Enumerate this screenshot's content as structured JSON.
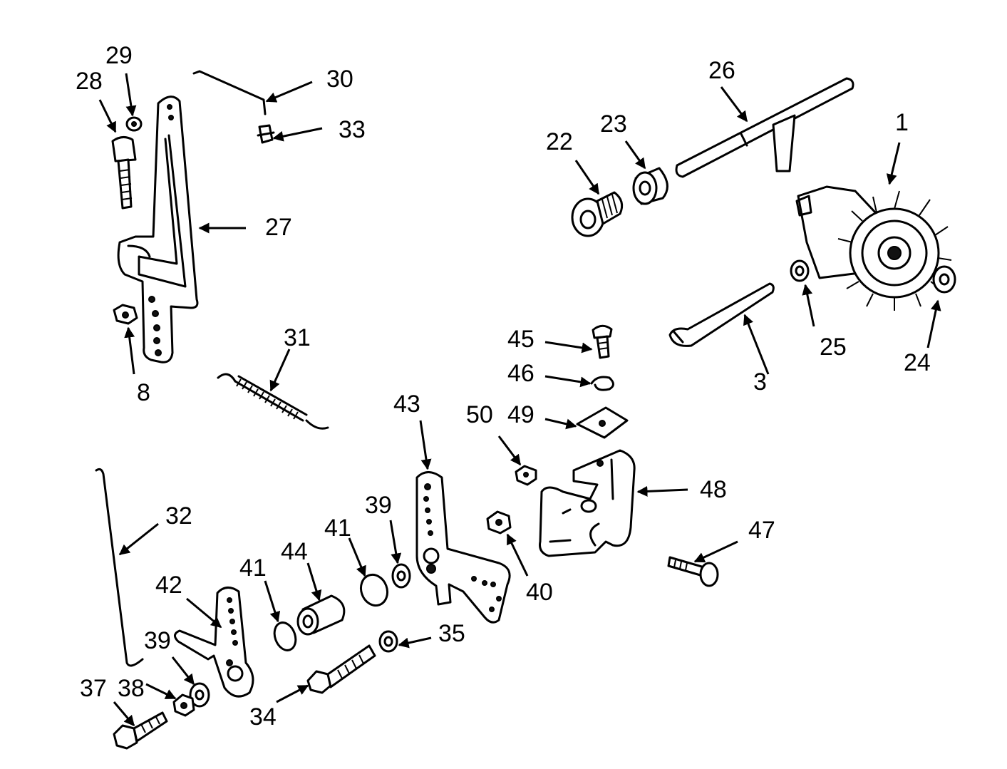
{
  "callouts": [
    {
      "n": "1"
    },
    {
      "n": "3"
    },
    {
      "n": "8"
    },
    {
      "n": "22"
    },
    {
      "n": "23"
    },
    {
      "n": "24"
    },
    {
      "n": "25"
    },
    {
      "n": "26"
    },
    {
      "n": "27"
    },
    {
      "n": "28"
    },
    {
      "n": "29"
    },
    {
      "n": "30"
    },
    {
      "n": "31"
    },
    {
      "n": "32"
    },
    {
      "n": "33"
    },
    {
      "n": "34"
    },
    {
      "n": "35"
    },
    {
      "n": "37"
    },
    {
      "n": "38"
    },
    {
      "n": "39"
    },
    {
      "n": "39"
    },
    {
      "n": "40"
    },
    {
      "n": "41"
    },
    {
      "n": "41"
    },
    {
      "n": "42"
    },
    {
      "n": "43"
    },
    {
      "n": "44"
    },
    {
      "n": "45"
    },
    {
      "n": "46"
    },
    {
      "n": "47"
    },
    {
      "n": "48"
    },
    {
      "n": "49"
    },
    {
      "n": "50"
    }
  ]
}
